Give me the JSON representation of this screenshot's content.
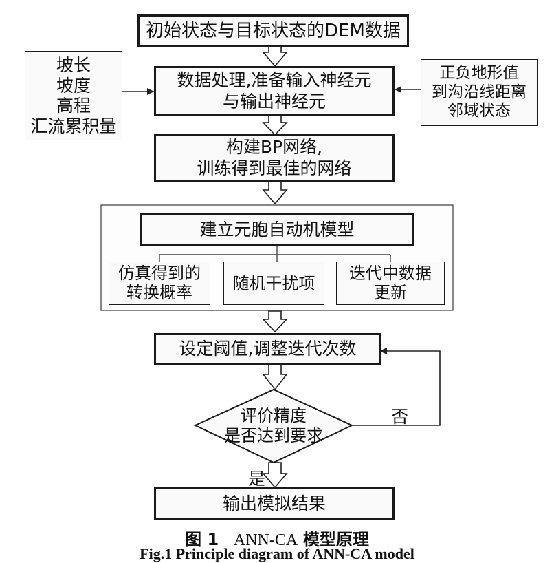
{
  "flow": {
    "step1": "初始状态与目标状态的DEM数据",
    "step2": {
      "line1": "数据处理,准备输入神经元",
      "line2": "与输出神经元"
    },
    "left_inputs": [
      "坡长",
      "坡度",
      "高程",
      "汇流累积量"
    ],
    "right_inputs": [
      "正负地形值",
      "到沟沿线距离",
      "邻域状态"
    ],
    "step3": {
      "line1": "构建BP网络,",
      "line2": "训练得到最佳的网络"
    },
    "ca_group": {
      "title": "建立元胞自动机模型",
      "sub1": {
        "line1": "仿真得到的",
        "line2": "转换概率"
      },
      "sub2": "随机干扰项",
      "sub3": {
        "line1": "迭代中数据",
        "line2": "更新"
      }
    },
    "step5": "设定阈值,调整迭代次数",
    "decision": {
      "line1": "评价精度",
      "line2": "是否达到要求"
    },
    "label_no": "否",
    "label_yes": "是",
    "step6": "输出模拟结果"
  },
  "caption": {
    "fig_prefix": "图 1",
    "model": "ANN-CA",
    "cn_suffix": "模型原理",
    "en_partial": "Fig.1   Principle diagram of ANN-CA model"
  }
}
